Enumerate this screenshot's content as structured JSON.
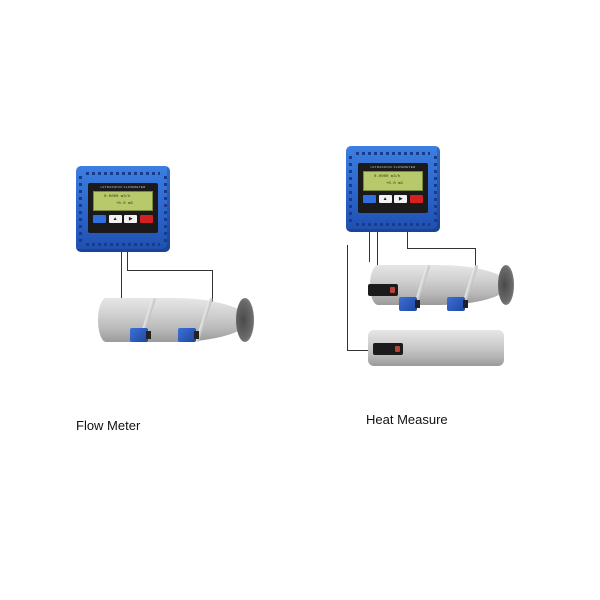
{
  "diagrams": [
    {
      "caption": "Flow Meter",
      "device": {
        "title": "ULTRASONIC FLOWMETER",
        "lcd_line1": "0.0000 m3/h",
        "lcd_line2": "+0.0 m3",
        "buttons": [
          "MENU",
          "▲",
          "▶",
          "ENT"
        ]
      },
      "components": [
        "flowmeter-unit",
        "pipe",
        "ultrasonic-sensor",
        "ultrasonic-sensor"
      ]
    },
    {
      "caption": "Heat Measure",
      "device": {
        "title": "ULTRASONIC FLOWMETER",
        "lcd_line1": "0.0000 m3/h",
        "lcd_line2": "+0.0 m3",
        "buttons": [
          "MENU",
          "▲",
          "▶",
          "ENT"
        ]
      },
      "components": [
        "flowmeter-unit",
        "supply-pipe",
        "return-pipe",
        "ultrasonic-sensor",
        "ultrasonic-sensor",
        "temperature-sensor",
        "temperature-sensor"
      ]
    }
  ],
  "colors": {
    "device_blue": "#2a62c8",
    "lcd_green": "#b7c96a",
    "enter_red": "#d42020",
    "pipe_gray": "#c4c4c4"
  }
}
